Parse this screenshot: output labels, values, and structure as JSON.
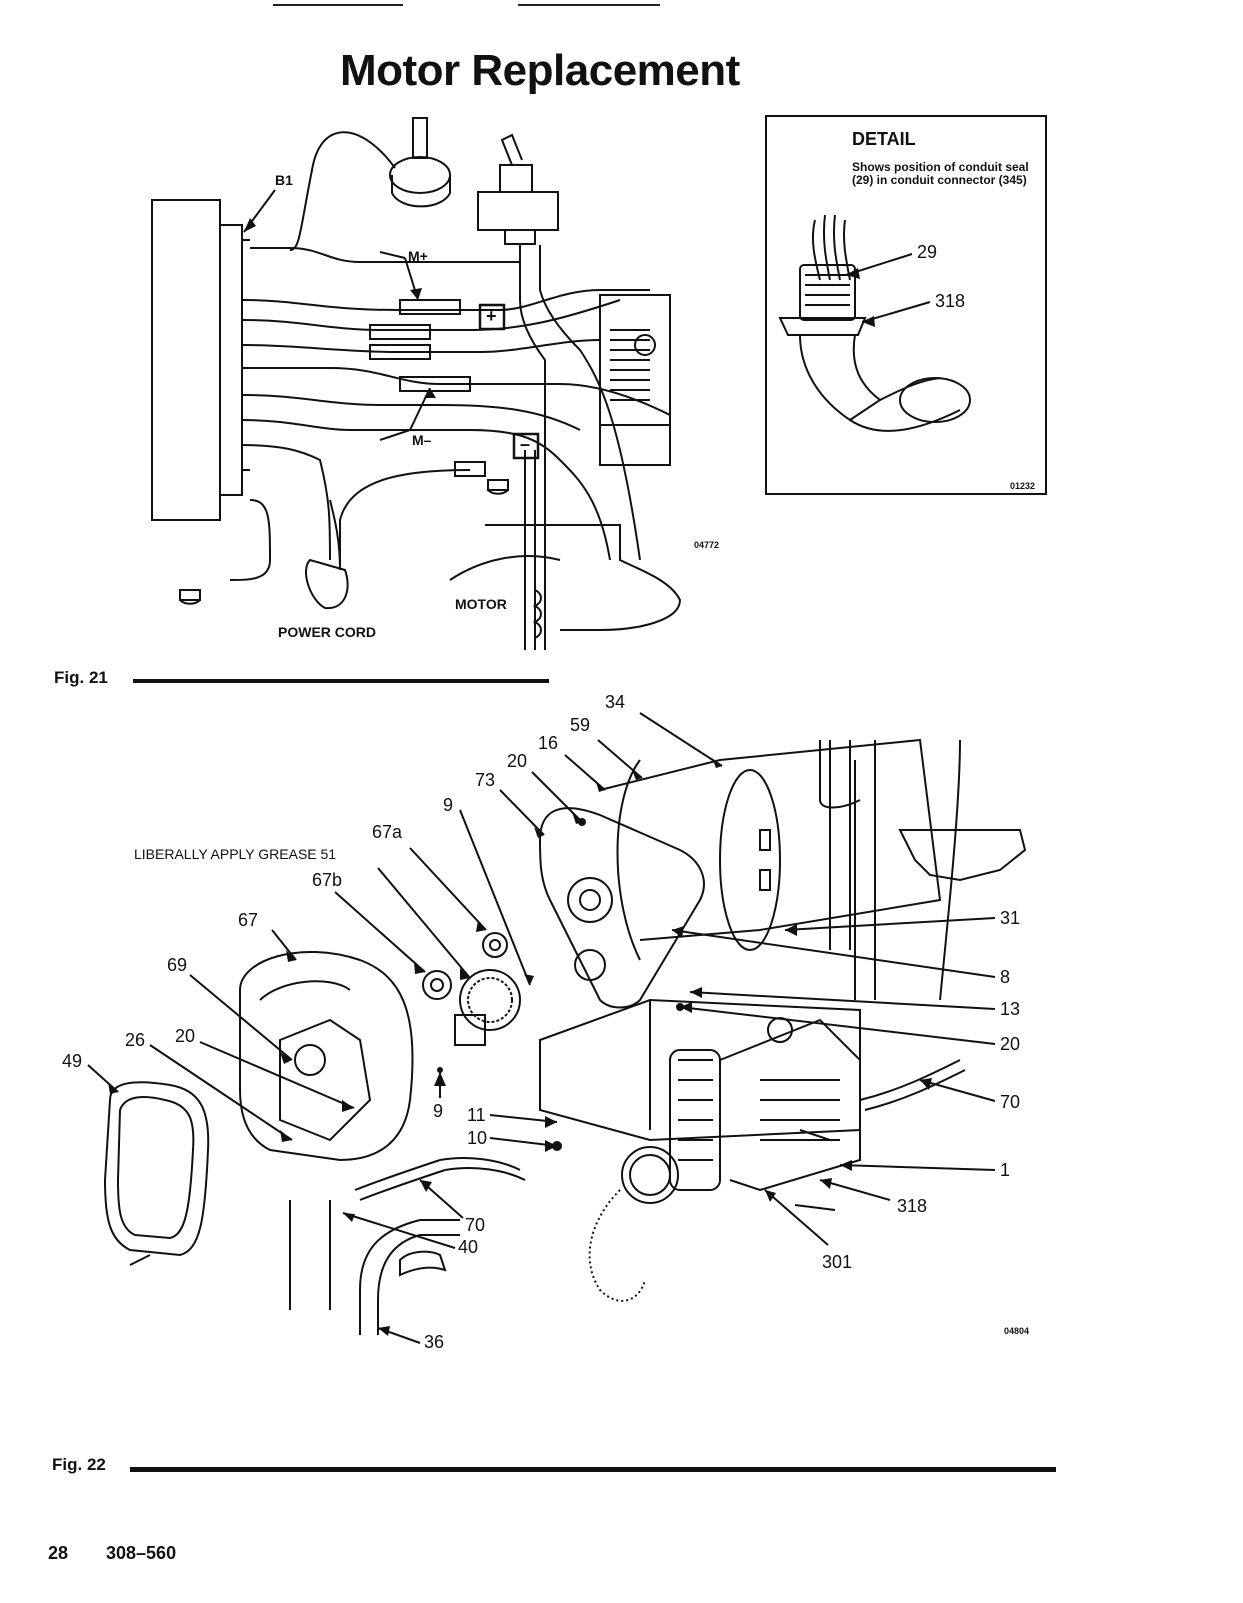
{
  "page": {
    "title": "Motor Replacement",
    "page_number": "28",
    "doc_number": "308–560"
  },
  "fig21": {
    "label": "Fig. 21",
    "callouts": {
      "b1": "B1",
      "m_plus": "M+",
      "m_minus": "M–",
      "motor": "MOTOR",
      "power_cord": "POWER CORD",
      "plus_symbol": "+",
      "minus_symbol": "–"
    },
    "code": "04772"
  },
  "detail": {
    "title": "DETAIL",
    "text": "Shows position of conduit seal (29) in conduit connector (345)",
    "callouts": [
      "29",
      "318"
    ],
    "code": "01232"
  },
  "fig22": {
    "label": "Fig. 22",
    "note": "LIBERALLY APPLY GREASE 51",
    "callouts": [
      "34",
      "59",
      "16",
      "20",
      "73",
      "9",
      "67a",
      "67b",
      "67",
      "69",
      "26",
      "20",
      "49",
      "9",
      "11",
      "10",
      "70",
      "40",
      "36",
      "31",
      "8",
      "13",
      "20",
      "70",
      "1",
      "318",
      "301"
    ],
    "code": "04804"
  }
}
